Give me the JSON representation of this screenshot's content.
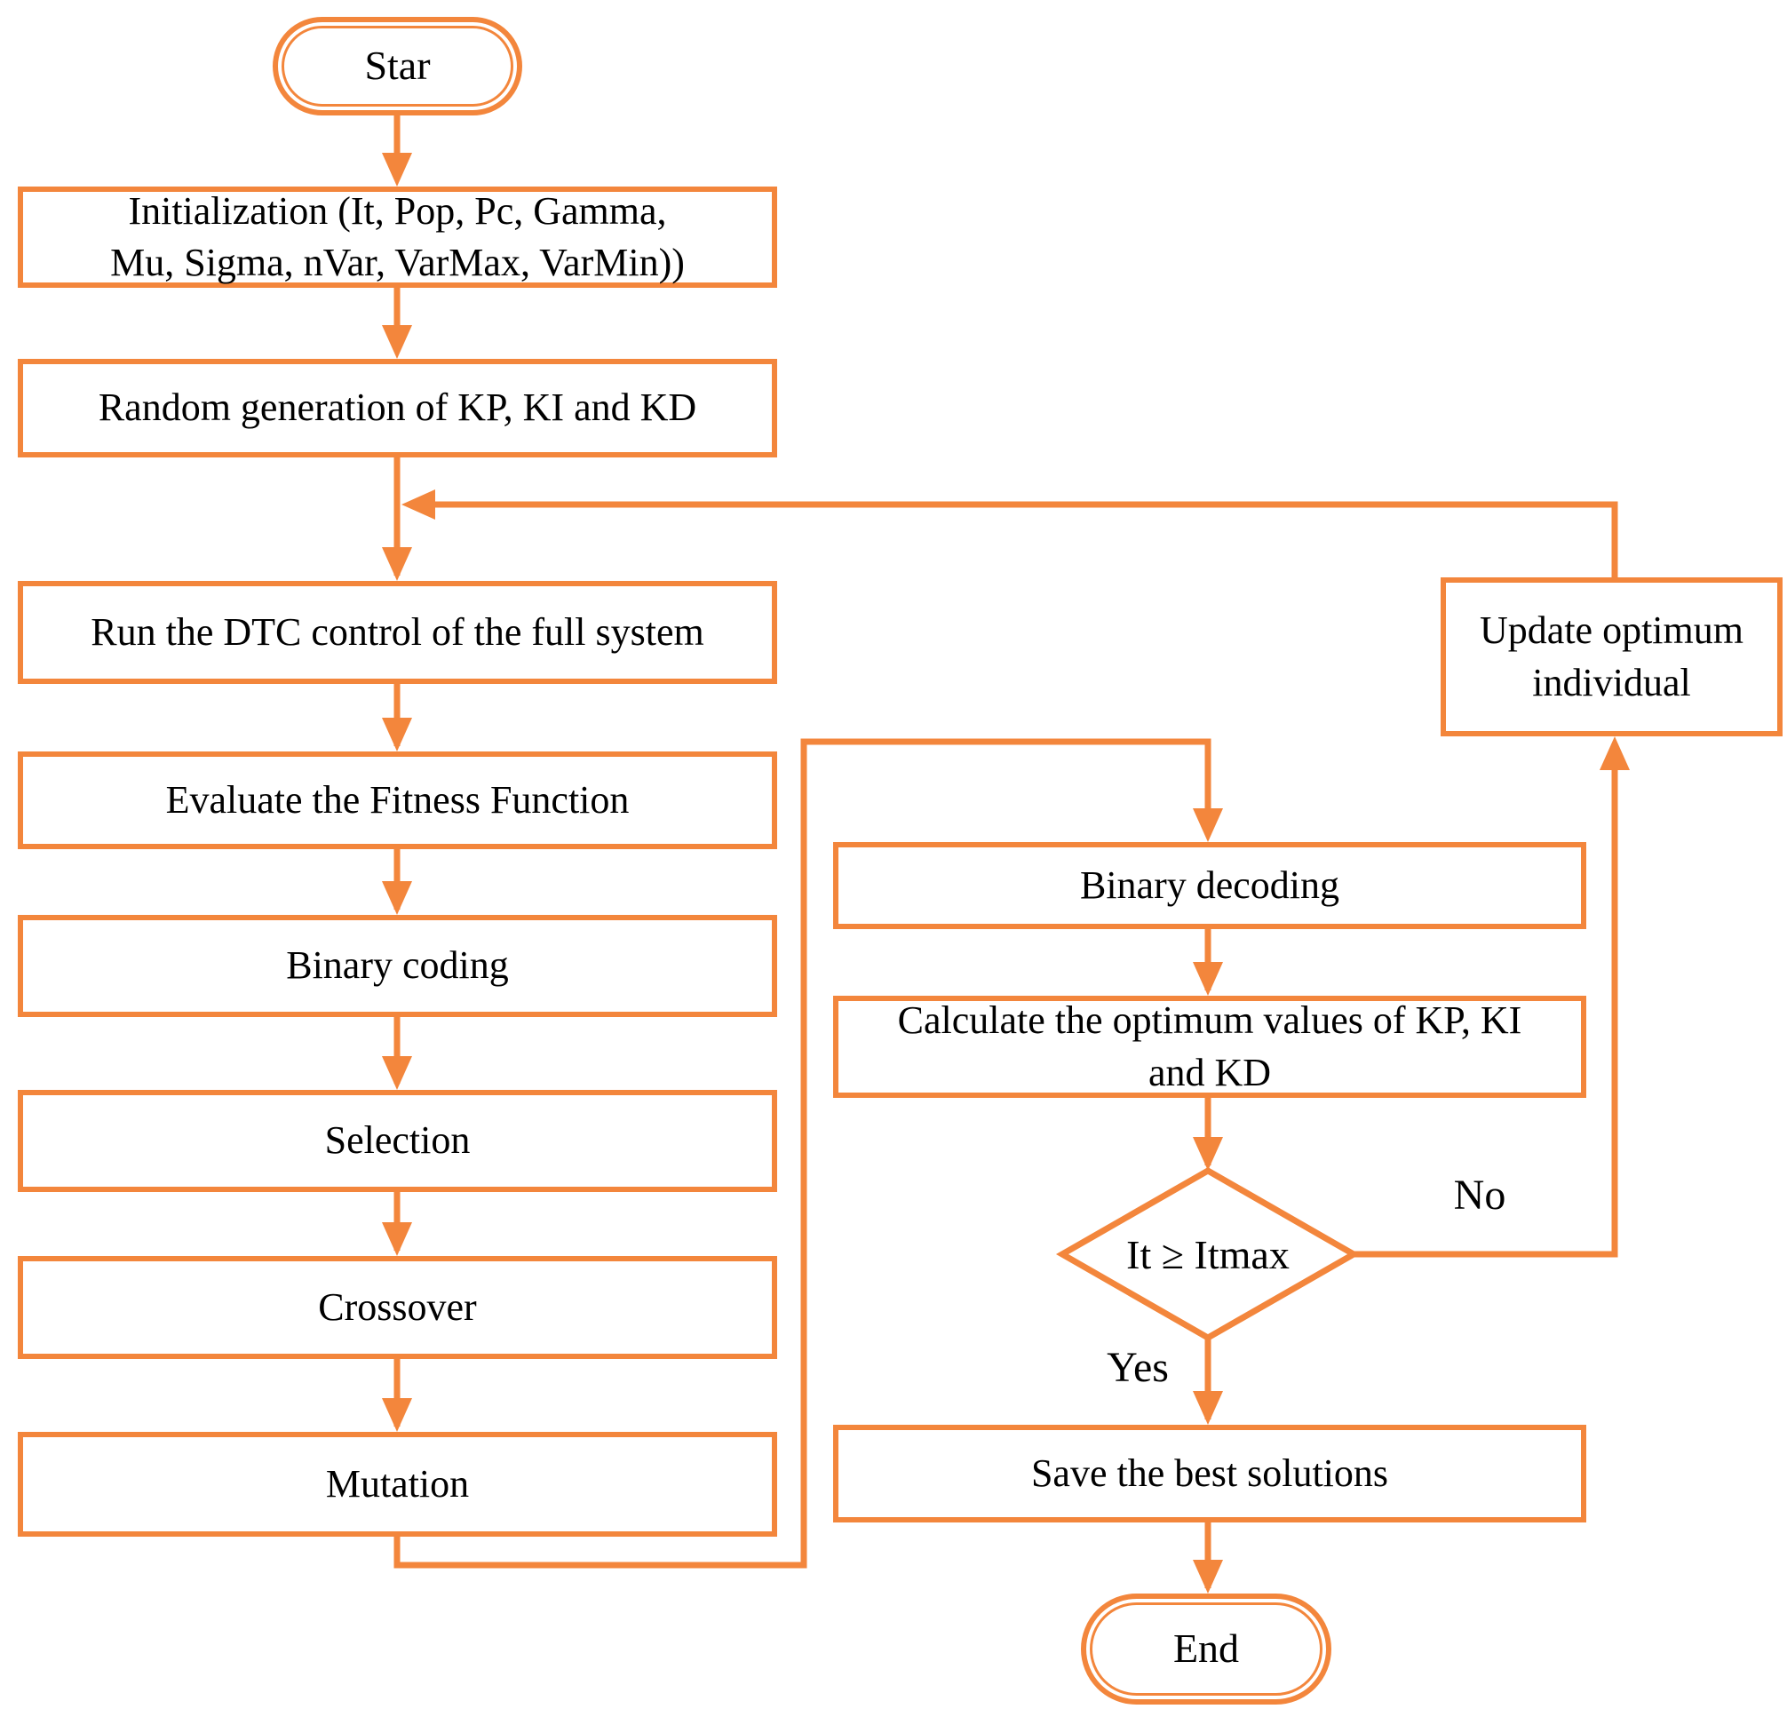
{
  "diagram": {
    "accent_color": "#F3863C",
    "nodes": {
      "start": {
        "label": "Star"
      },
      "init": {
        "lines": [
          "Initialization (It, Pop, Pc, Gamma,",
          "Mu, Sigma, nVar, VarMax, VarMin))"
        ]
      },
      "random_generation": {
        "label": "Random generation of KP, KI and KD"
      },
      "run_dtc": {
        "label": "Run the DTC control of the full system"
      },
      "evaluate_fitness": {
        "label": "Evaluate the Fitness Function"
      },
      "binary_coding": {
        "label": "Binary coding"
      },
      "selection": {
        "label": "Selection"
      },
      "crossover": {
        "label": "Crossover"
      },
      "mutation": {
        "label": "Mutation"
      },
      "update_optimum": {
        "label": "Update optimum individual"
      },
      "binary_decoding": {
        "label": "Binary decoding"
      },
      "calculate_optimum": {
        "lines": [
          "Calculate the optimum values of  KP, KI",
          "and KD"
        ]
      },
      "decision": {
        "label": "It ≥ Itmax"
      },
      "save_best": {
        "label": "Save the best solutions"
      },
      "end": {
        "label": "End"
      }
    },
    "edge_labels": {
      "yes": "Yes",
      "no": "No"
    }
  }
}
